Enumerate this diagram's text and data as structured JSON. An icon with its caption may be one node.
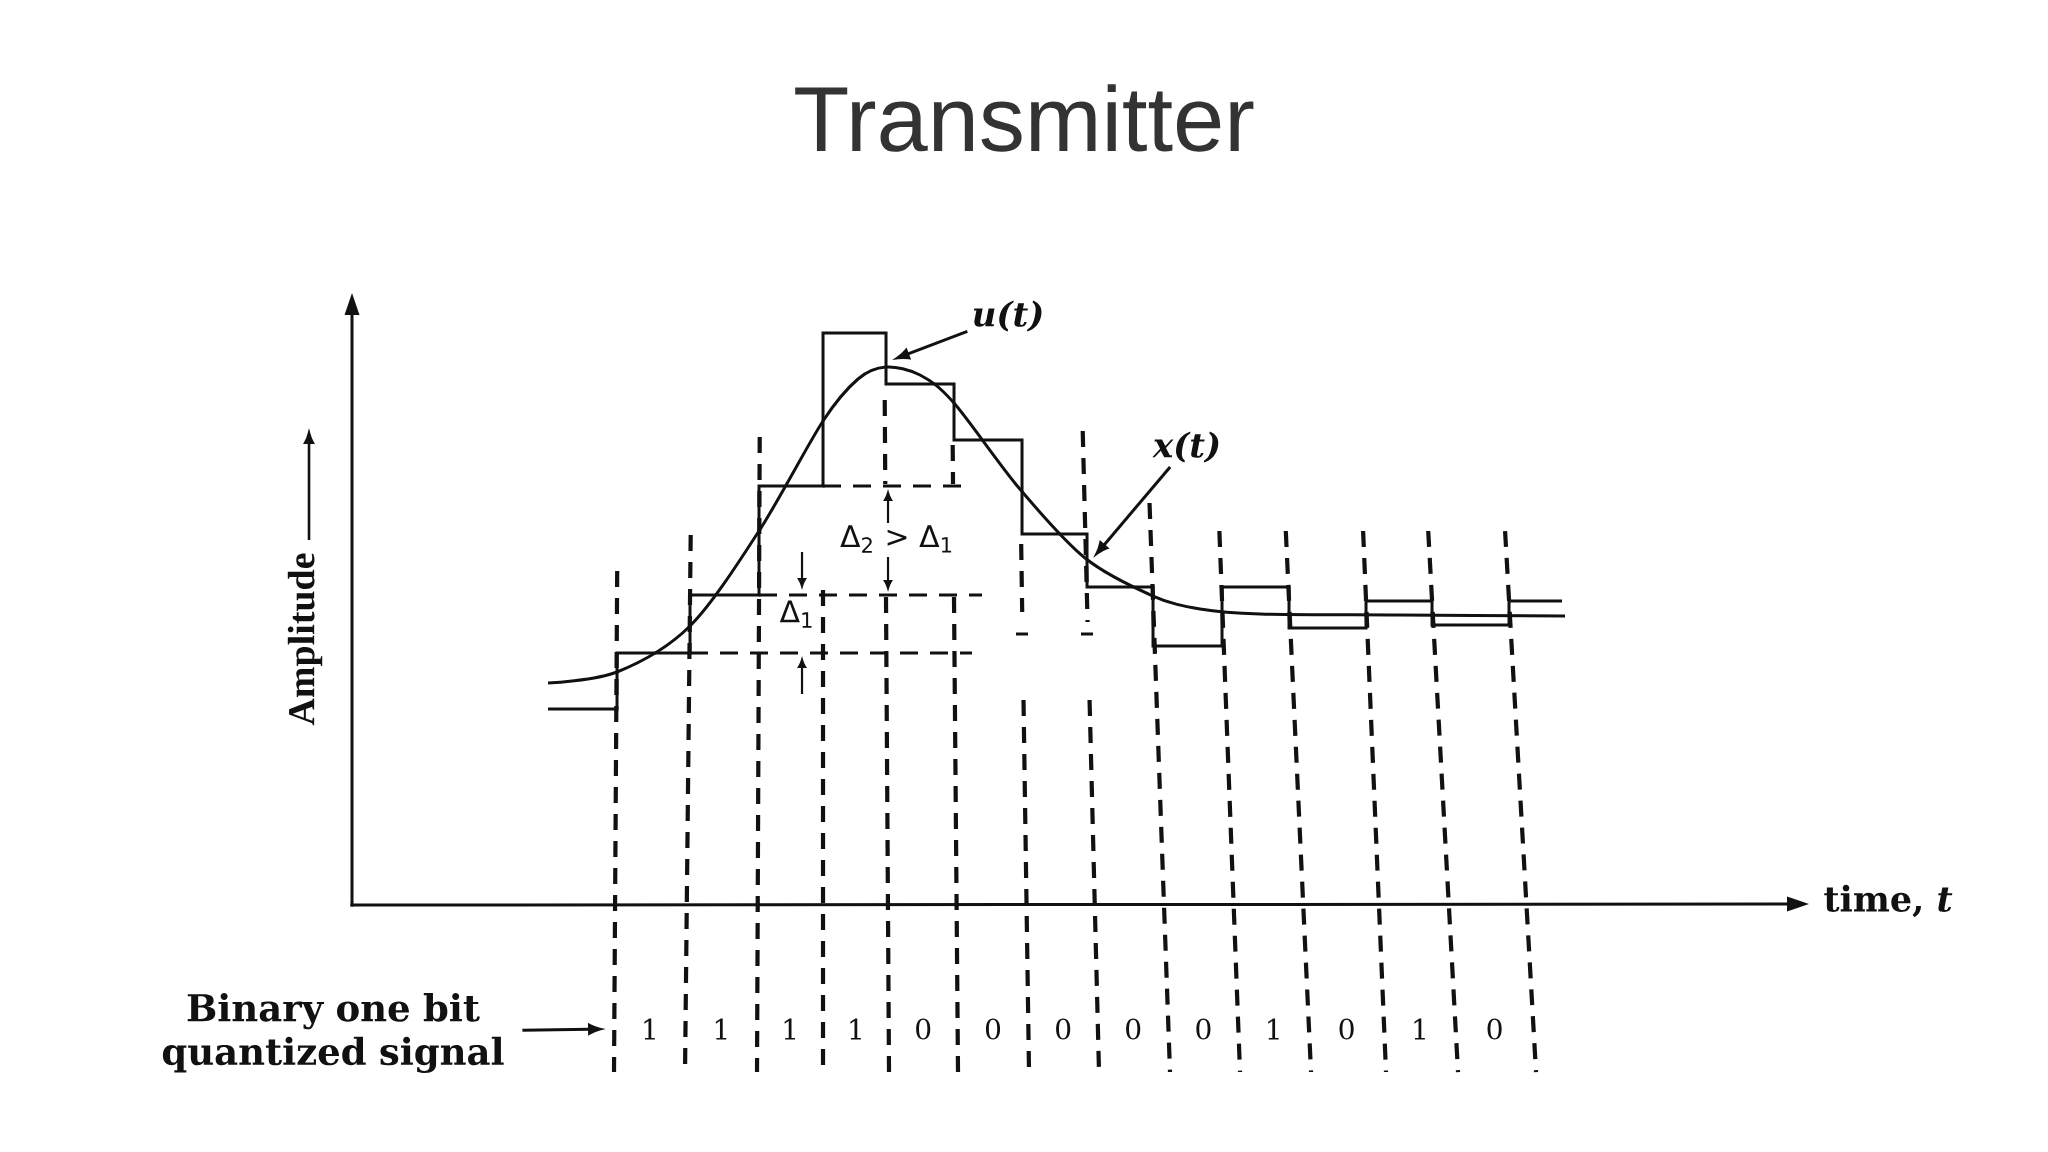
{
  "diagram": {
    "title": "Transmitter",
    "nodes": [
      {
        "text": [
          "u(t)"
        ]
      },
      {
        "text": [
          "x(t)"
        ]
      },
      {
        "text": [
          "Binary one bit quantized signal"
        ]
      }
    ],
    "edges": [
      {
        "from": 0,
        "to": null,
        "arrow": "to"
      },
      {
        "from": 1,
        "to": null,
        "arrow": "to"
      },
      {
        "from": 2,
        "to": null,
        "arrow": "to"
      }
    ],
    "labels": [
      "Δ$_{2}$ > Δ$_{1}$",
      "Δ$_{1}$",
      "Amplitude",
      "time, *t*",
      "1",
      "1",
      "1",
      "1",
      "0",
      "0",
      "0",
      "0",
      "0",
      "1",
      "0",
      "1",
      "0"
    ]
  }
}
